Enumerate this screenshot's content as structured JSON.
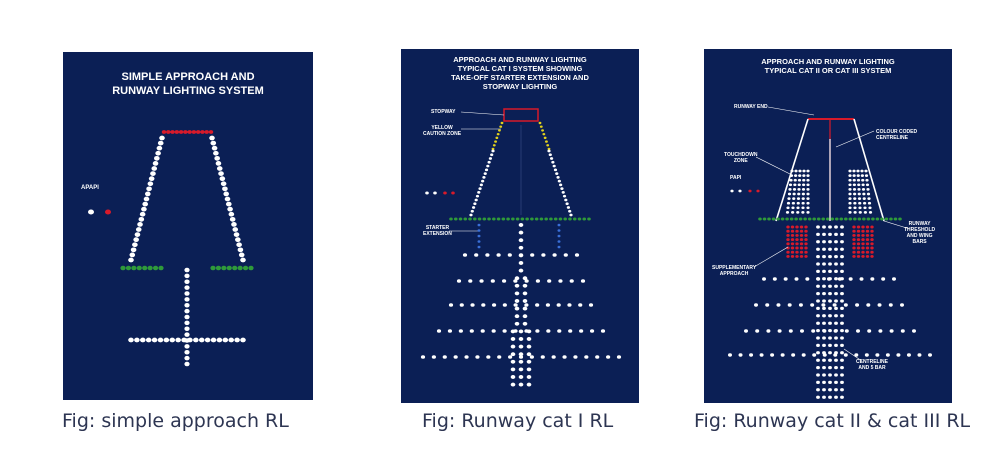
{
  "figures": [
    {
      "title": "SIMPLE APPROACH AND\nRUNWAY LIGHTING SYSTEM",
      "labels": {
        "apapi": "APAPI"
      },
      "caption": "Fig: simple approach RL"
    },
    {
      "title": "APPROACH AND RUNWAY LIGHTING\nTYPICAL CAT I SYSTEM SHOWING\nTAKE-OFF STARTER EXTENSION AND\nSTOPWAY LIGHTING",
      "labels": {
        "stopway": "STOPWAY",
        "yellow_zone": "YELLOW\nCAUTION ZONE",
        "starter": "STARTER\nEXTENSION"
      },
      "caption": "Fig: Runway cat I RL"
    },
    {
      "title": "APPROACH AND RUNWAY LIGHTING\nTYPICAL CAT II OR CAT III SYSTEM",
      "labels": {
        "runway_end": "RUNWAY END",
        "centreline": "COLOUR CODED\nCENTRELINE",
        "touchdown": "TOUCHDOWN\nZONE",
        "papi": "PAPI",
        "supplementary": "SUPPLEMENTARY\nAPPROACH",
        "runway_threshold": "RUNWAY\nTHRESHOLD\nAND WING\nBARS",
        "centreline_bars": "CENTRELINE\nAND 5 BAR"
      },
      "caption": "Fig: Runway cat II & cat III RL"
    }
  ],
  "colors": {
    "panel_bg": "#0b1f55",
    "light_white": "#ffffff",
    "light_red": "#d81a2a",
    "light_green": "#2f9a3a",
    "light_yellow": "#e3d21c",
    "light_blue": "#3a6fd8",
    "caption_text": "#2d3552"
  }
}
